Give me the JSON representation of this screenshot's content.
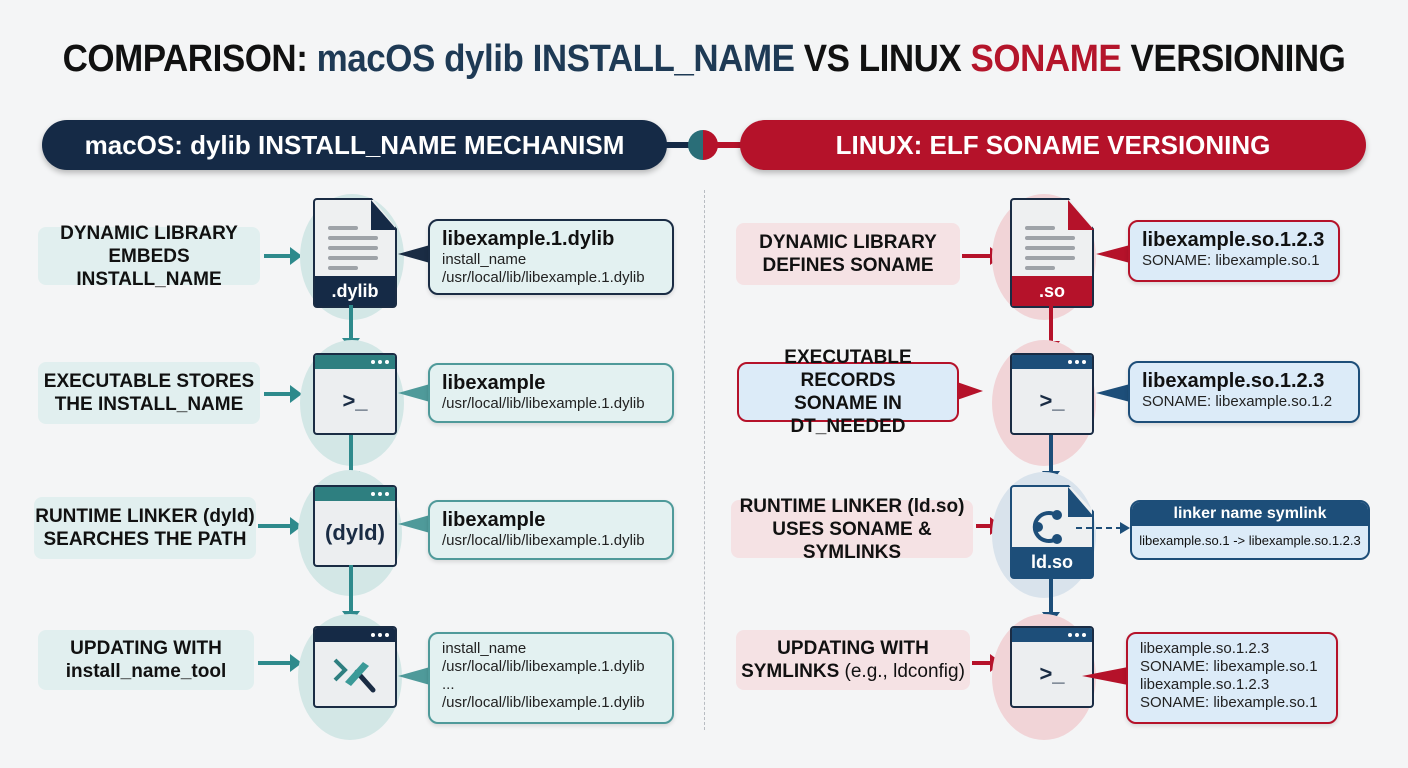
{
  "title": {
    "prefix": "COMPARISON: ",
    "mac_part": "macOS dylib INSTALL_NAME",
    "middle": " VS LINUX ",
    "linux_part": "SONAME",
    "suffix": " VERSIONING"
  },
  "colors": {
    "mac_navy": "#152a46",
    "mac_teal": "#2e8a8c",
    "linux_red": "#b5122a",
    "linux_blue": "#1d4e79",
    "background": "#f4f5f6"
  },
  "mac": {
    "banner": "macOS: dylib INSTALL_NAME MECHANISM",
    "steps": [
      {
        "label_lines": [
          "DYNAMIC LIBRARY",
          "EMBEDS INSTALL_NAME"
        ],
        "icon": "document-icon",
        "icon_label": ".dylib",
        "callout": {
          "head": "libexample.1.dylib",
          "lines": [
            "install_name",
            "/usr/local/lib/libexample.1.dylib"
          ]
        }
      },
      {
        "label_lines": [
          "EXECUTABLE STORES",
          "THE INSTALL_NAME"
        ],
        "icon": "terminal-icon",
        "icon_label": ">_",
        "callout": {
          "head": "libexample",
          "lines": [
            "/usr/local/lib/libexample.1.dylib"
          ]
        }
      },
      {
        "label_lines": [
          "RUNTIME LINKER (dyld)",
          "SEARCHES THE PATH"
        ],
        "icon": "window-icon",
        "icon_label": "(dyld)",
        "callout": {
          "head": "libexample",
          "lines": [
            "/usr/local/lib/libexample.1.dylib"
          ]
        }
      },
      {
        "label_lines": [
          "UPDATING WITH",
          "install_name_tool"
        ],
        "icon": "terminal-tool-icon",
        "icon_label": "",
        "callout": {
          "head": "",
          "lines": [
            "install_name",
            "/usr/local/lib/libexample.1.dylib",
            "...",
            "/usr/local/lib/libexample.1.dylib"
          ]
        }
      }
    ]
  },
  "linux": {
    "banner": "LINUX: ELF SONAME VERSIONING",
    "steps": [
      {
        "label_lines": [
          "DYNAMIC LIBRARY",
          "DEFINES SONAME"
        ],
        "icon": "document-icon",
        "icon_label": ".so",
        "callout": {
          "head": "libexample.so.1.2.3",
          "lines": [
            "SONAME: libexample.so.1"
          ]
        }
      },
      {
        "label_lines": [
          "EXECUTABLE RECORDS",
          "SONAME IN DT_NEEDED"
        ],
        "icon": "terminal-icon",
        "icon_label": ">_",
        "callout": {
          "head": "libexample.so.1.2.3",
          "lines": [
            "SONAME: libexample.so.1.2"
          ]
        }
      },
      {
        "label_lines": [
          "RUNTIME LINKER (ld.so)",
          "USES SONAME & SYMLINKS"
        ],
        "icon": "linker-document-icon",
        "icon_label": "ld.so",
        "symlink": {
          "head": "linker name symlink",
          "body": "libexample.so.1 -> libexample.so.1.2.3"
        }
      },
      {
        "label_bold": "UPDATING WITH",
        "label_bold2": "SYMLINKS",
        "label_normal": " (e.g., ldconfig)",
        "icon": "terminal-icon",
        "icon_label": ">_",
        "callout": {
          "head": "",
          "lines": [
            "libexample.so.1.2.3",
            "SONAME: libexample.so.1",
            "libexample.so.1.2.3",
            "SONAME: libexample.so.1"
          ]
        }
      }
    ]
  }
}
